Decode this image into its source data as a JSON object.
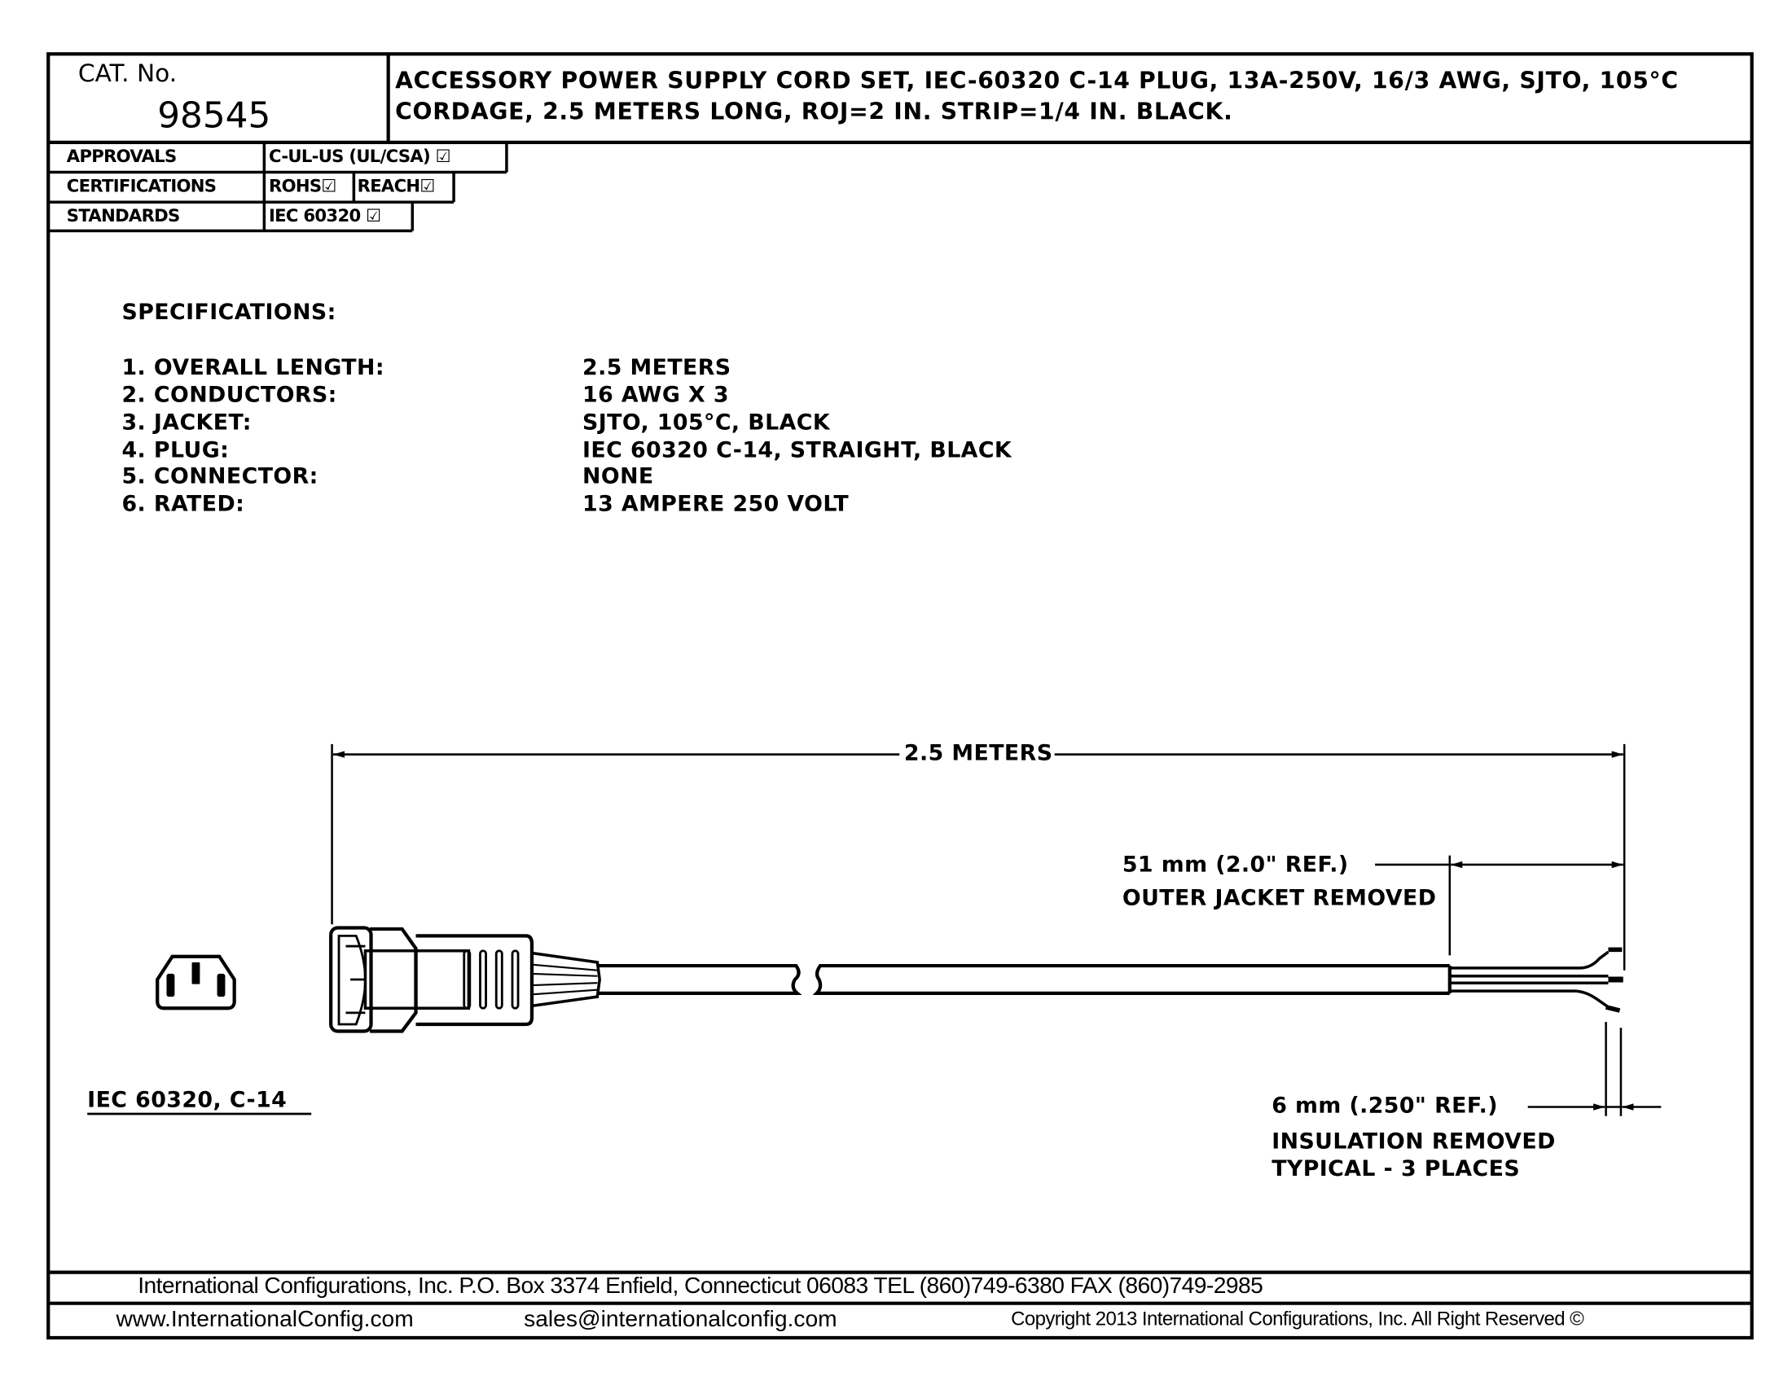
{
  "title_block": {
    "cat_label": "CAT. No.",
    "cat_number": "98545",
    "description_line1": "ACCESSORY POWER SUPPLY CORD SET, IEC-60320 C-14 PLUG, 13A-250V, 16/3 AWG, SJTO, 105°C",
    "description_line2": "CORDAGE, 2.5 METERS LONG, ROJ=2 IN. STRIP=1/4 IN. BLACK."
  },
  "compliance": {
    "approvals_label": "APPROVALS",
    "approvals_value": "C-UL-US (UL/CSA)",
    "certifications_label": "CERTIFICATIONS",
    "cert_rohs": "ROHS",
    "cert_reach": "REACH",
    "standards_label": "STANDARDS",
    "standards_value": "IEC 60320",
    "check": "☑"
  },
  "specifications": {
    "title": "SPECIFICATIONS:",
    "items": [
      {
        "label": "1.  OVERALL LENGTH:",
        "value": "2.5 METERS"
      },
      {
        "label": "2.  CONDUCTORS:",
        "value": "16 AWG X 3"
      },
      {
        "label": "3.  JACKET:",
        "value": "SJTO, 105°C, BLACK"
      },
      {
        "label": "4.  PLUG:",
        "value": "IEC 60320 C-14, STRAIGHT, BLACK"
      },
      {
        "label": "5.  CONNECTOR:",
        "value": "NONE"
      },
      {
        "label": "6.  RATED:",
        "value": "13 AMPERE 250 VOLT"
      }
    ]
  },
  "drawing": {
    "overall_length": "2.5 METERS",
    "jacket_dim": "51 mm (2.0\" REF.)",
    "jacket_note": "OUTER JACKET REMOVED",
    "strip_dim": "6 mm (.250\" REF.)",
    "strip_note1": "INSULATION REMOVED",
    "strip_note2": "TYPICAL - 3 PLACES",
    "plug_label": "IEC 60320, C-14"
  },
  "footer": {
    "line1": "International Configurations, Inc.   P.O. Box 3374   Enfield, Connecticut 06083   TEL (860)749-6380   FAX (860)749-2985",
    "website": "www.InternationalConfig.com",
    "email": "sales@internationalconfig.com",
    "copyright": "Copyright 2013 International Configurations, Inc. All Right Reserved ©"
  }
}
